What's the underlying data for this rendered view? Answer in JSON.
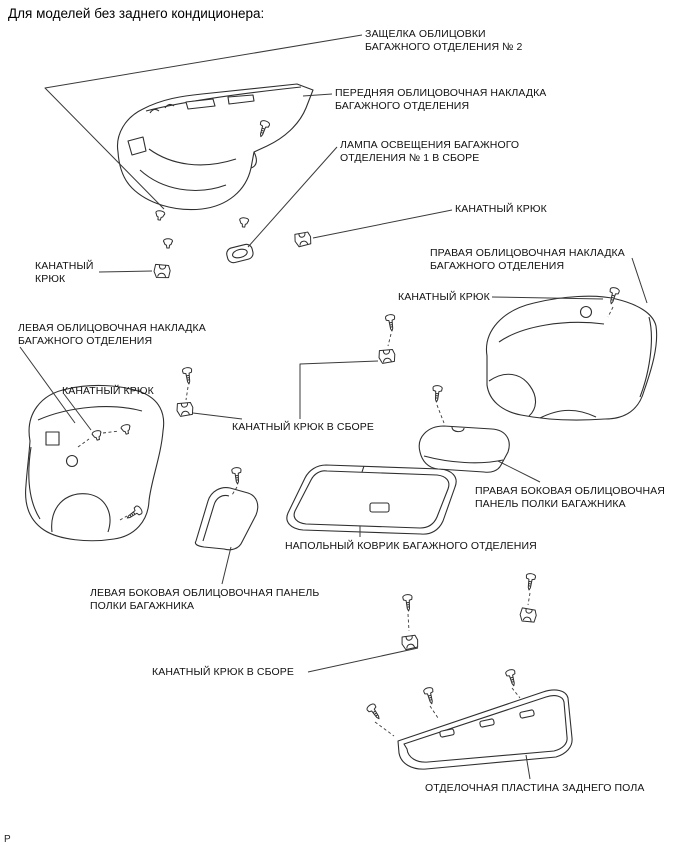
{
  "page": {
    "title": "Для моделей без заднего кондиционера:",
    "footer_marker": "Р",
    "line_color": "#2f2f2f",
    "background_color": "#ffffff"
  },
  "labels": {
    "latch_no2": {
      "text": "ЗАЩЕЛКА ОБЛИЦОВКИ\nБАГАЖНОГО ОТДЕЛЕНИЯ № 2"
    },
    "front_trim": {
      "text": "ПЕРЕДНЯЯ ОБЛИЦОВОЧНАЯ НАКЛАДКА\nБАГАЖНОГО ОТДЕЛЕНИЯ"
    },
    "lamp_no1": {
      "text": "ЛАМПА ОСВЕЩЕНИЯ БАГАЖНОГО\nОТДЕЛЕНИЯ № 1 В СБОРЕ"
    },
    "rope_hook_upper_right": {
      "text": "КАНАТНЫЙ КРЮК"
    },
    "rope_hook_upper_left": {
      "text": "КАНАТНЫЙ\nКРЮК"
    },
    "right_trim": {
      "text": "ПРАВАЯ ОБЛИЦОВОЧНАЯ НАКЛАДКА\nБАГАЖНОГО ОТДЕЛЕНИЯ"
    },
    "rope_hook_right_mid": {
      "text": "КАНАТНЫЙ КРЮК"
    },
    "left_trim": {
      "text": "ЛЕВАЯ ОБЛИЦОВОЧНАЯ НАКЛАДКА\nБАГАЖНОГО ОТДЕЛЕНИЯ"
    },
    "rope_hook_left_mid": {
      "text": "КАНАТНЫЙ КРЮК"
    },
    "rope_hook_assembly_center": {
      "text": "КАНАТНЫЙ КРЮК В СБОРЕ"
    },
    "right_shelf_panel": {
      "text": "ПРАВАЯ БОКОВАЯ ОБЛИЦОВОЧНАЯ\nПАНЕЛЬ ПОЛКИ БАГАЖНИКА"
    },
    "floor_mat": {
      "text": "НАПОЛЬНЫЙ КОВРИК БАГАЖНОГО ОТДЕЛЕНИЯ"
    },
    "left_shelf_panel": {
      "text": "ЛЕВАЯ БОКОВАЯ ОБЛИЦОВОЧНАЯ ПАНЕЛЬ\nПОЛКИ БАГАЖНИКА"
    },
    "rope_hook_assembly_lower": {
      "text": "КАНАТНЫЙ КРЮК В СБОРЕ"
    },
    "rear_floor_plate": {
      "text": "ОТДЕЛОЧНАЯ ПЛАСТИНА ЗАДНЕГО ПОЛА"
    }
  }
}
